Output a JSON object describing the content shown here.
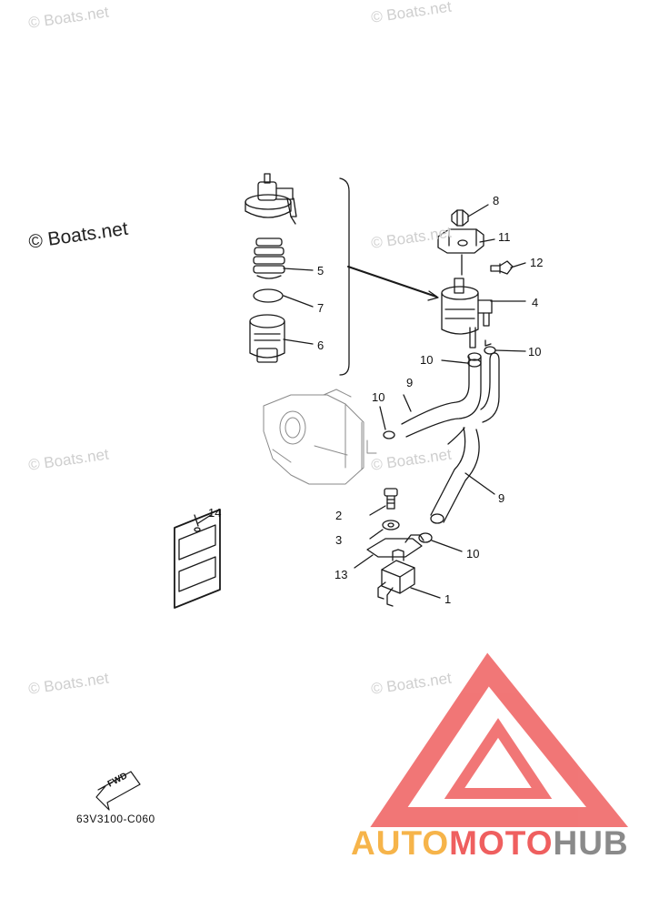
{
  "watermarks": {
    "faint": [
      "© Boats.net",
      "© Boats.net",
      "© Boats.net",
      "© Boats.net",
      "© Boats.net",
      "© Boats.net",
      "© Boats.net"
    ],
    "dark": "© Boats.net"
  },
  "callouts": {
    "c1": "1",
    "c2": "2",
    "c3": "3",
    "c4": "4",
    "c5": "5",
    "c6": "6",
    "c7": "7",
    "c8": "8",
    "c9a": "9",
    "c9b": "9",
    "c10a": "10",
    "c10b": "10",
    "c10c": "10",
    "c10d": "10",
    "c11": "11",
    "c12": "12",
    "c13": "13",
    "c14": "14"
  },
  "fwd_label": "FWD",
  "drawing_code": "63V3100-C060",
  "brand": {
    "part1": "AUTO",
    "part2": "MOTO",
    "part3": "HUB"
  },
  "colors": {
    "line": "#1a1a1a",
    "logo_red": "#ef5f5f",
    "logo_orange": "#f6b44a",
    "logo_gray": "#8a8a8a"
  }
}
